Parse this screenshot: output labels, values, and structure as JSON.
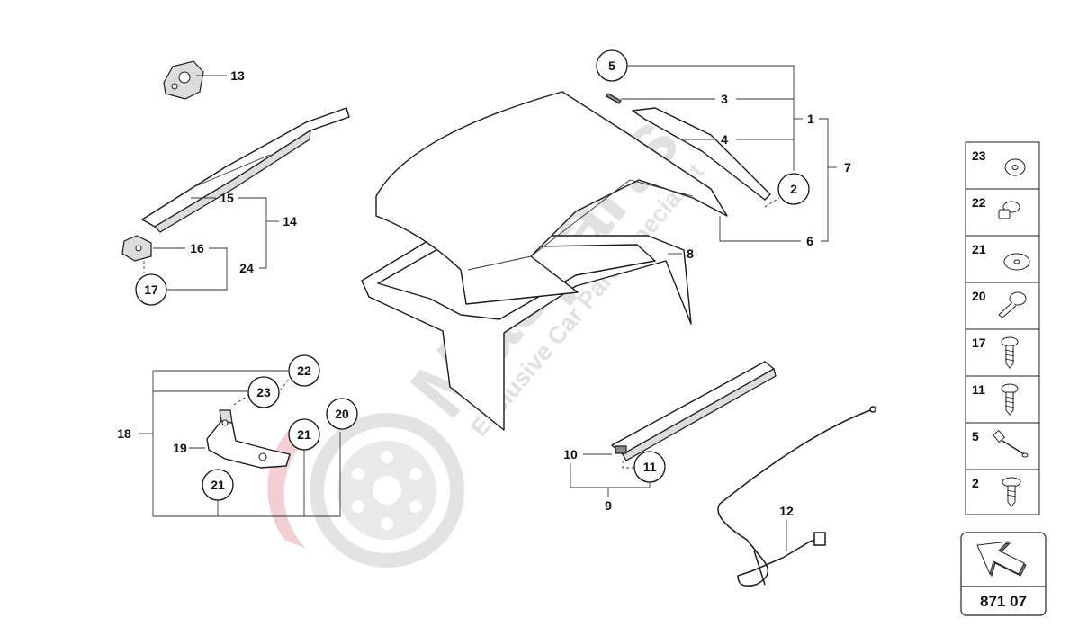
{
  "watermark": {
    "brand": "Masparts",
    "tagline": "Exclusive Car Parts Specialist"
  },
  "figure_number": "871 07",
  "callouts": [
    {
      "id": "c1",
      "text": "1"
    },
    {
      "id": "c2",
      "text": "2",
      "circled": true
    },
    {
      "id": "c3",
      "text": "3"
    },
    {
      "id": "c4",
      "text": "4"
    },
    {
      "id": "c5",
      "text": "5",
      "circled": true
    },
    {
      "id": "c6",
      "text": "6"
    },
    {
      "id": "c7",
      "text": "7"
    },
    {
      "id": "c8",
      "text": "8"
    },
    {
      "id": "c9",
      "text": "9"
    },
    {
      "id": "c10",
      "text": "10"
    },
    {
      "id": "c11",
      "text": "11",
      "circled": true
    },
    {
      "id": "c12",
      "text": "12"
    },
    {
      "id": "c13",
      "text": "13"
    },
    {
      "id": "c14",
      "text": "14"
    },
    {
      "id": "c15",
      "text": "15"
    },
    {
      "id": "c16",
      "text": "16"
    },
    {
      "id": "c17",
      "text": "17",
      "circled": true
    },
    {
      "id": "c18",
      "text": "18"
    },
    {
      "id": "c19",
      "text": "19"
    },
    {
      "id": "c20",
      "text": "20",
      "circled": true
    },
    {
      "id": "c21a",
      "text": "21",
      "circled": true
    },
    {
      "id": "c21b",
      "text": "21",
      "circled": true
    },
    {
      "id": "c22",
      "text": "22",
      "circled": true
    },
    {
      "id": "c23",
      "text": "23",
      "circled": true
    },
    {
      "id": "c24",
      "text": "24"
    }
  ],
  "fastener_legend": [
    {
      "num": "23",
      "icon": "flat-washer-icon"
    },
    {
      "num": "22",
      "icon": "rivet-icon"
    },
    {
      "num": "21",
      "icon": "flat-washer-icon"
    },
    {
      "num": "20",
      "icon": "rivet-long-icon"
    },
    {
      "num": "17",
      "icon": "flange-screw-icon"
    },
    {
      "num": "11",
      "icon": "flange-screw-icon"
    },
    {
      "num": "5",
      "icon": "pin-screw-icon"
    },
    {
      "num": "2",
      "icon": "flange-screw-icon"
    }
  ],
  "colors": {
    "line": "#1a1a1a",
    "watermark_gray": "#c9c9c9",
    "watermark_red": "#e8a0a8"
  }
}
